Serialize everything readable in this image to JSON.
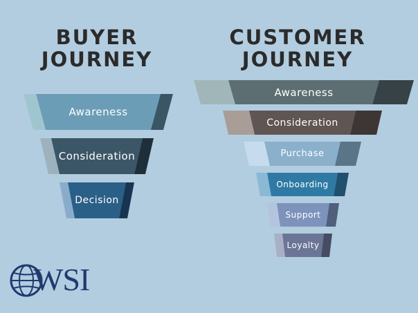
{
  "buyer": {
    "title_line1": "BUYER",
    "title_line2": "JOURNEY",
    "stages": [
      {
        "label": "Awareness",
        "main": "#6c9db6",
        "left": "#9fc6cf",
        "right": "#3a5563"
      },
      {
        "label": "Consideration",
        "main": "#3b5667",
        "left": "#9eb2bd",
        "right": "#1f2f3a"
      },
      {
        "label": "Decision",
        "main": "#2a5f87",
        "left": "#8aaccb",
        "right": "#173550"
      }
    ]
  },
  "customer": {
    "title_line1": "CUSTOMER",
    "title_line2": "JOURNEY",
    "stages": [
      {
        "label": "Awareness",
        "main": "#5d6e72",
        "left": "#a1b6b8",
        "right": "#364246"
      },
      {
        "label": "Consideration",
        "main": "#5f5553",
        "left": "#a89e97",
        "right": "#3e3634"
      },
      {
        "label": "Purchase",
        "main": "#8ab0cc",
        "left": "#c6dcee",
        "right": "#5a7488"
      },
      {
        "label": "Onboarding",
        "main": "#2f7aa5",
        "left": "#8ab9d6",
        "right": "#1f506e"
      },
      {
        "label": "Support",
        "main": "#7d93bc",
        "left": "#b3c4de",
        "right": "#4f5f7c"
      },
      {
        "label": "Loyalty",
        "main": "#6b7596",
        "left": "#a8b0c8",
        "right": "#454c63"
      }
    ]
  },
  "logo": {
    "text": "WSI",
    "color": "#1e3a6e"
  },
  "background": "#b3cde0"
}
